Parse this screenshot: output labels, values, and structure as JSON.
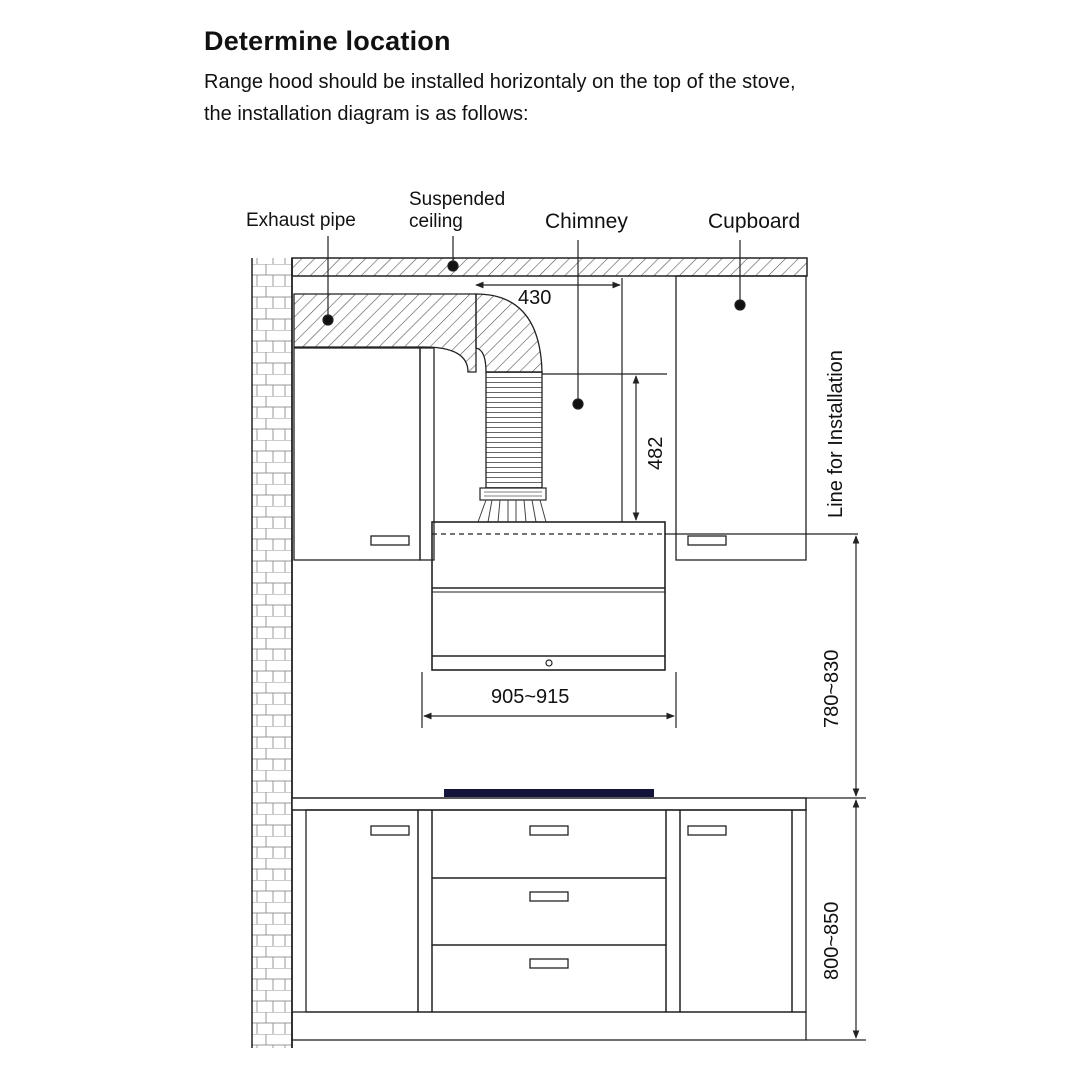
{
  "header": {
    "title": "Determine location",
    "intro_line1": "Range hood should be installed horizontaly on the top of the stove,",
    "intro_line2": "the installation diagram is as follows:"
  },
  "labels": {
    "exhaust_pipe": "Exhaust pipe",
    "suspended_line1": "Suspended",
    "suspended_line2": "ceiling",
    "chimney": "Chimney",
    "cupboard": "Cupboard",
    "line_for_installation": "Line for Installation"
  },
  "dimensions": {
    "chimney_offset": "430",
    "chimney_height": "482",
    "hood_width": "905~915",
    "hood_to_counter": "780~830",
    "counter_height": "800~850"
  },
  "colors": {
    "line": "#222222",
    "hatch": "#555555",
    "brick": "#9a9a9a",
    "cooktop": "#14143a"
  }
}
